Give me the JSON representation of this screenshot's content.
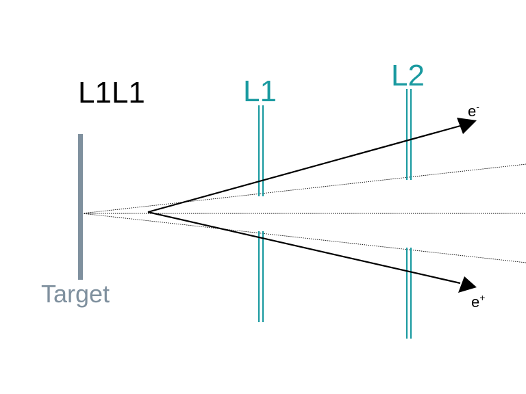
{
  "labels": {
    "title": "L1L1",
    "layer1": "L1",
    "layer2": "L2",
    "target": "Target",
    "electron": "e",
    "electron_sign": "-",
    "positron": "e",
    "positron_sign": "+"
  },
  "colors": {
    "title": "#000000",
    "layer": "#1a9aa0",
    "target": "#7f909e",
    "track": "#000000",
    "dotted": "#000000",
    "background": "#ffffff"
  }
}
